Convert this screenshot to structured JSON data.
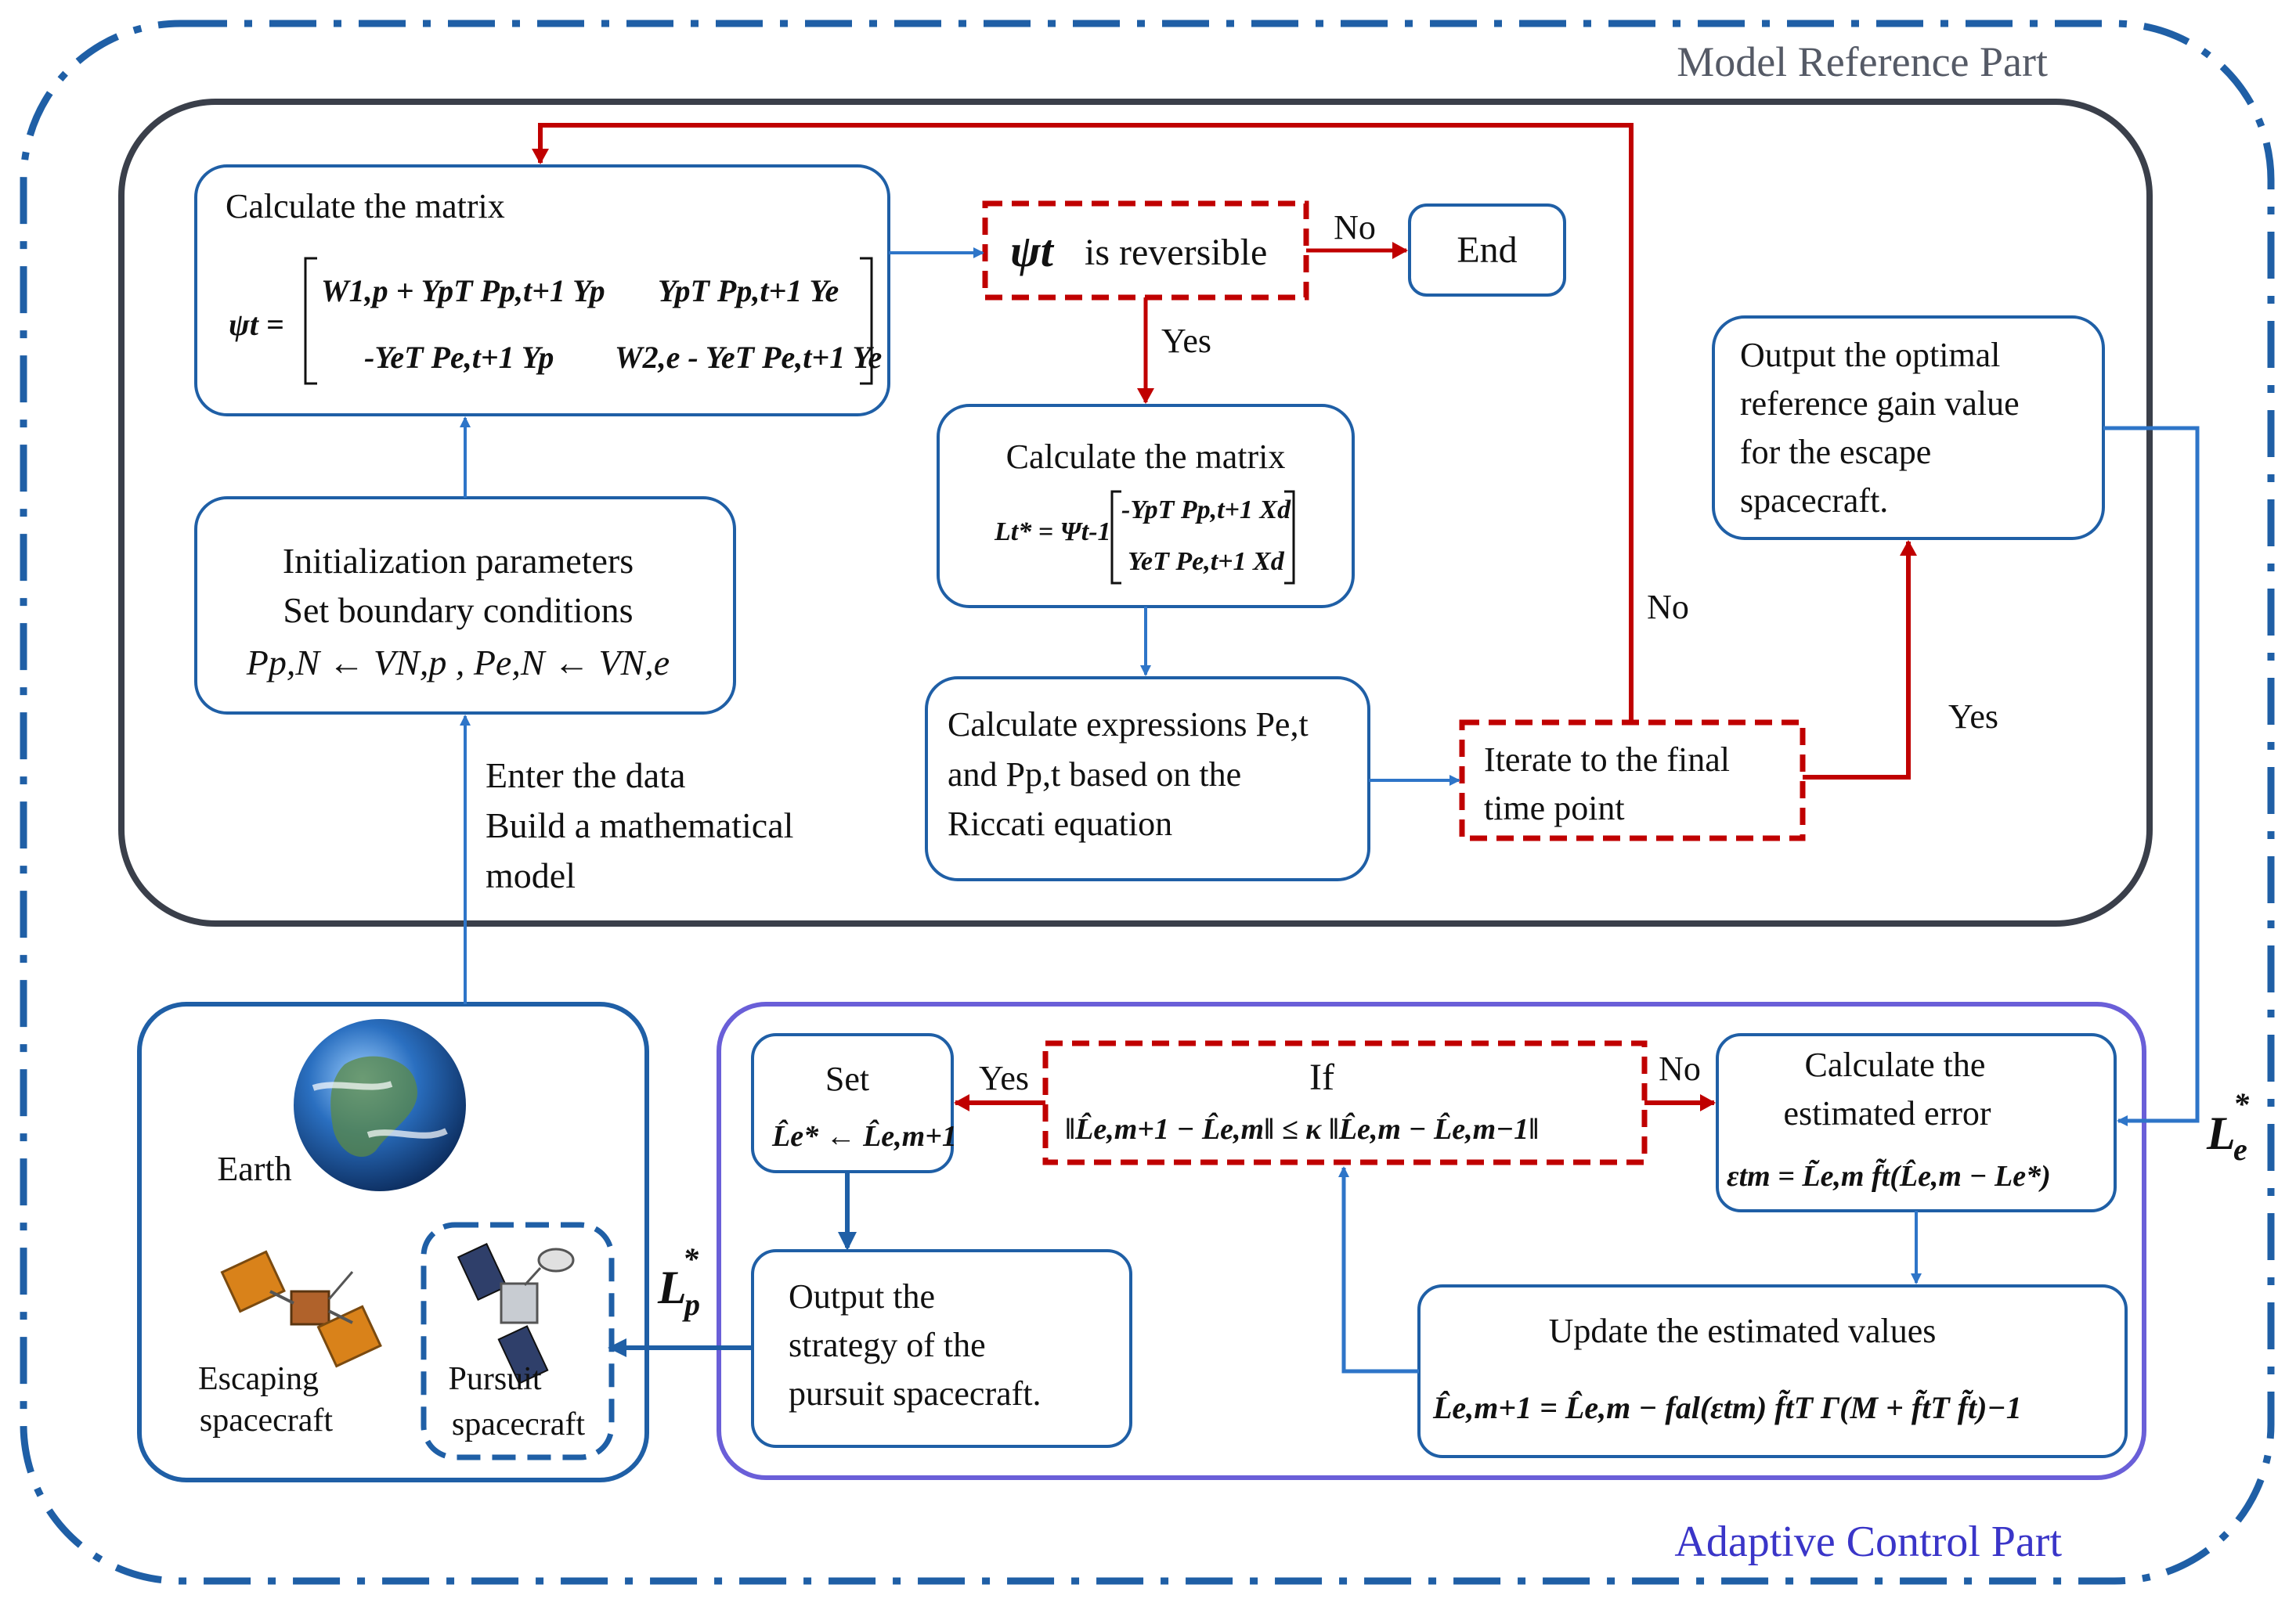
{
  "regions": {
    "model_reference": "Model Reference Part",
    "adaptive_control": "Adaptive Control Part"
  },
  "boxes": {
    "calc_psi": {
      "title": "Calculate the matrix",
      "lhs": "ψt =",
      "m11": "W1,p + YpT Pp,t+1 Yp",
      "m12": "YpT Pp,t+1 Ye",
      "m21": "-YeT Pe,t+1 Yp",
      "m22": "W2,e - YeT Pe,t+1 Ye"
    },
    "reversible": {
      "psi": "ψt",
      "text": "is reversible"
    },
    "end": {
      "text": "End"
    },
    "calc_L": {
      "title": "Calculate the matrix",
      "lhs": "Lt* = Ψt-1",
      "r1": "-YpT Pp,t+1 Xd",
      "r2": "YeT Pe,t+1 Xd"
    },
    "riccati": {
      "line1": "Calculate expressions Pe,t",
      "line2": "and Pp,t based on the",
      "line3": "Riccati equation"
    },
    "iterate": {
      "line1": "Iterate to the final",
      "line2": "time point"
    },
    "output_gain": {
      "line1": "Output the optimal",
      "line2": "reference gain value",
      "line3": "for the escape",
      "line4": "spacecraft."
    },
    "init": {
      "line1": "Initialization parameters",
      "line2": "Set boundary conditions",
      "line3": "Pp,N ← VN,p , Pe,N ← VN,e"
    },
    "enter_data": {
      "line1": "Enter the data",
      "line2": "Build a mathematical",
      "line3": "model"
    },
    "scene": {
      "earth": "Earth",
      "escaping": "Escaping",
      "escaping2": "spacecraft",
      "pursuit": "Pursuit",
      "pursuit2": "spacecraft"
    },
    "set": {
      "title": "Set",
      "formula": "L̂e* ← L̂e,m+1"
    },
    "if": {
      "title": "If",
      "formula": "‖L̂e,m+1 − L̂e,m‖ ≤ κ ‖L̂e,m − L̂e,m−1‖"
    },
    "calc_error": {
      "line1": "Calculate the",
      "line2": "estimated error",
      "formula": "εtm = L̃e,m f̃t(L̂e,m − Le*)"
    },
    "output_strategy": {
      "line1": "Output the",
      "line2": "strategy of the",
      "line3": "pursuit spacecraft."
    },
    "update": {
      "title": "Update the estimated values",
      "formula": "L̂e,m+1 = L̂e,m − fal(εtm) f̃tT Γ(M + f̃tT f̃t)−1"
    }
  },
  "labels": {
    "no_reversible": "No",
    "yes_reversible": "Yes",
    "no_iterate": "No",
    "yes_iterate": "Yes",
    "yes_if": "Yes",
    "no_if": "No",
    "Le_star": "L",
    "Le_sub": "e",
    "Le_sup": "*",
    "Lp_star": "L",
    "Lp_sub": "p",
    "Lp_sup": "*"
  },
  "colors": {
    "outer_dashdot": "#1f5fa6",
    "model_frame": "#3a3f4a",
    "box_border": "#1f5fa6",
    "red": "#c00000",
    "blue_arrow": "#2e75c8",
    "adaptive_frame": "#6a5fd8",
    "adaptive_text": "#3a35c8",
    "model_text": "#555a66"
  }
}
